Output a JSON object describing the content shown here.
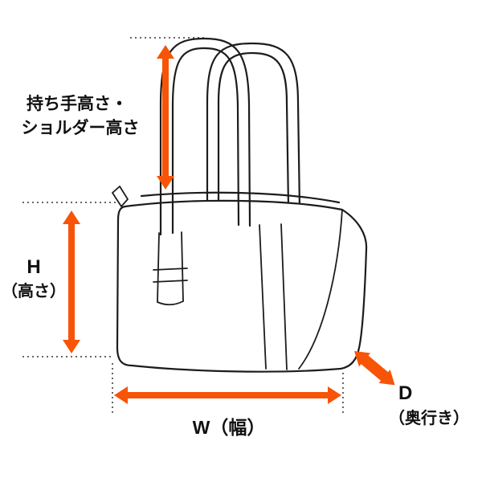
{
  "diagram": {
    "type": "bag-dimension-diagram",
    "labels": {
      "handle_height_line1": "持ち手高さ・",
      "handle_height_line2": "ショルダー高さ",
      "height_letter": "H",
      "height_sub": "（高さ）",
      "width": "W（幅）",
      "depth_letter": "D",
      "depth_sub": "（奥行き）"
    },
    "colors": {
      "arrow": "#F75408",
      "line": "#1c1c1c",
      "background": "#ffffff"
    }
  }
}
